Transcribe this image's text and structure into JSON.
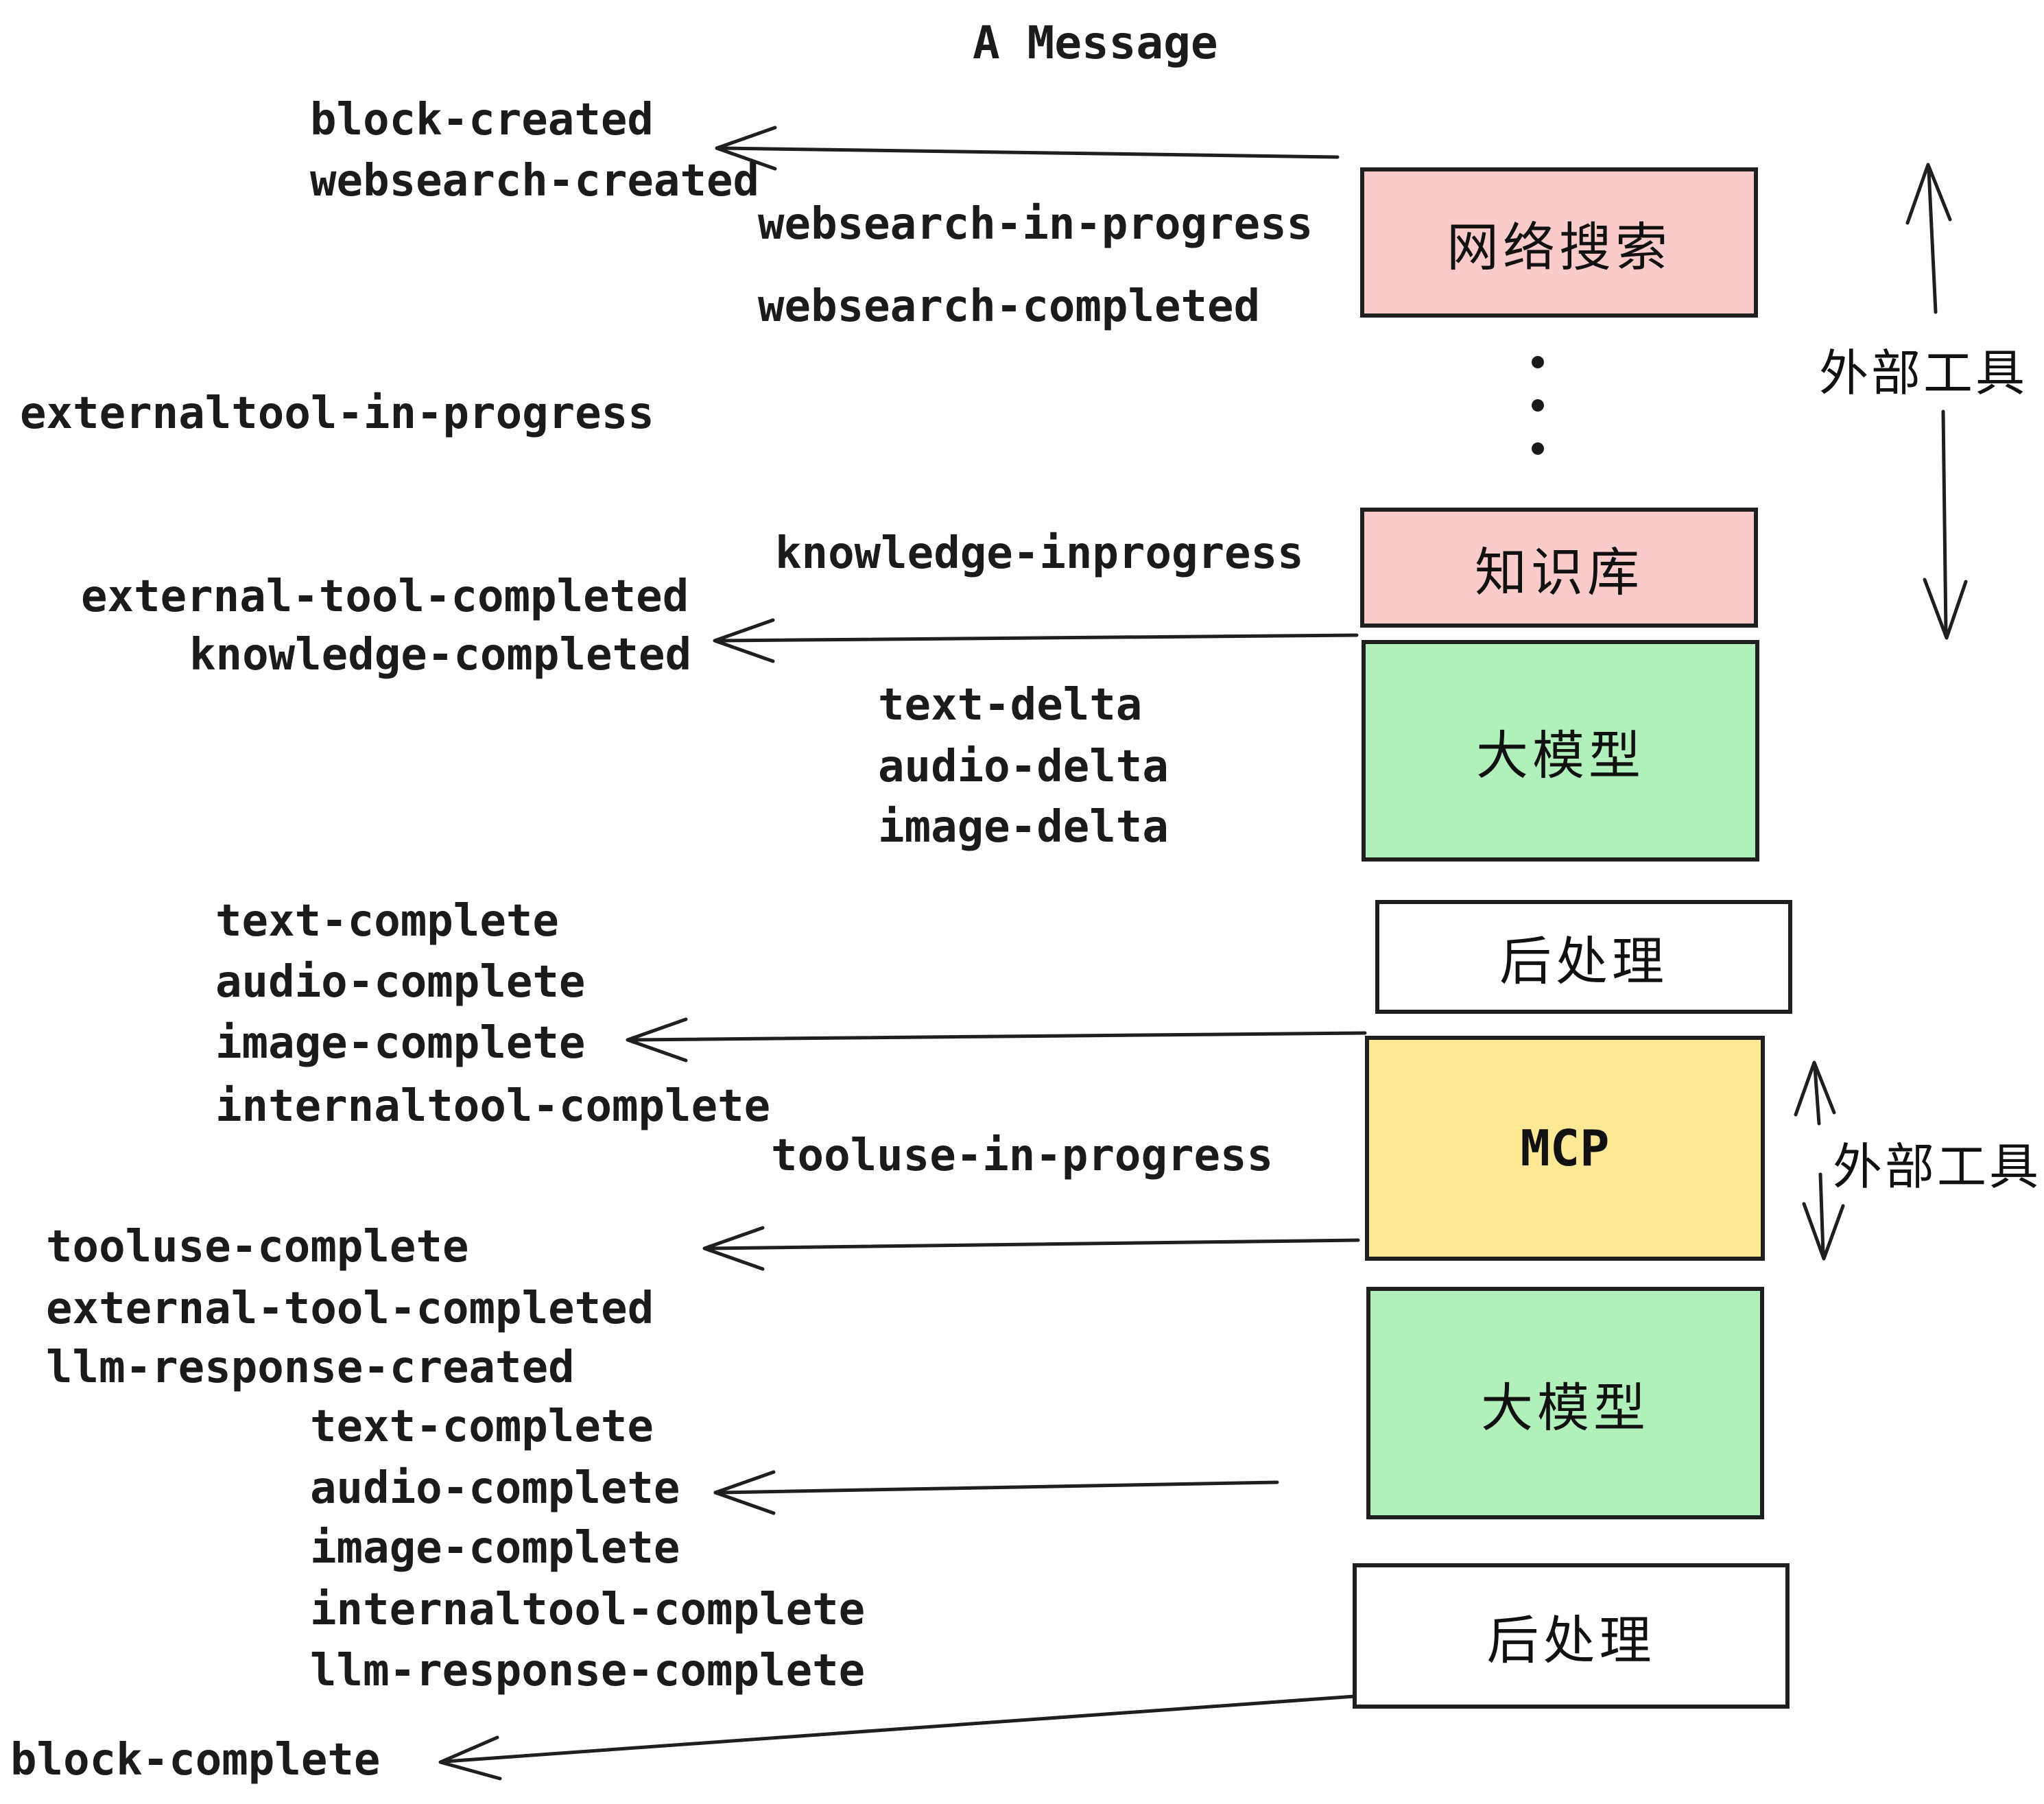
{
  "title": "A Message",
  "colors": {
    "background": "#FFFFFF",
    "box_pink": "#FACBCB",
    "box_green": "#B2F0BB",
    "box_yellow": "#FCE895",
    "box_white": "#FFFFFF",
    "box_border": "#1F1F1F",
    "text": "#1B1B1B"
  },
  "boxes": [
    {
      "id": "websearch",
      "label": "网络搜索",
      "fill": "#FACBCB"
    },
    {
      "id": "knowledge-base",
      "label": "知识库",
      "fill": "#FACBCB"
    },
    {
      "id": "llm-1",
      "label": "大模型",
      "fill": "#B2F0BB"
    },
    {
      "id": "post-process-1",
      "label": "后处理",
      "fill": "#FFFFFF"
    },
    {
      "id": "mcp",
      "label": "MCP",
      "fill": "#FCE895"
    },
    {
      "id": "llm-2",
      "label": "大模型",
      "fill": "#B2F0BB"
    },
    {
      "id": "post-process-2",
      "label": "后处理",
      "fill": "#FFFFFF"
    }
  ],
  "events": [
    "block-created",
    "websearch-created",
    "websearch-in-progress",
    "websearch-completed",
    "externaltool-in-progress",
    "knowledge-inprogress",
    "external-tool-completed",
    "knowledge-completed",
    "text-delta",
    "audio-delta",
    "image-delta",
    "text-complete",
    "audio-complete",
    "image-complete",
    "internaltool-complete",
    "tooluse-in-progress",
    "tooluse-complete",
    "external-tool-completed",
    "llm-response-created",
    "text-complete",
    "audio-complete",
    "image-complete",
    "internaltool-complete",
    "llm-response-complete",
    "block-complete"
  ],
  "side_labels": [
    {
      "id": "external-tools-top",
      "text": "外部工具"
    },
    {
      "id": "external-tools-mcp",
      "text": "外部工具"
    }
  ],
  "icons": {
    "vertical-ellipsis": "⋮"
  }
}
